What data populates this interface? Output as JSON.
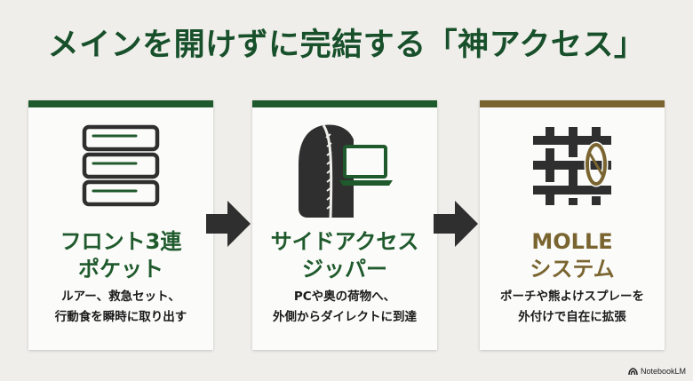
{
  "title": "メインを開けずに完結する「神アクセス」",
  "colors": {
    "green": "#1f5a2c",
    "gold": "#7a6530",
    "dark": "#2f2f2f"
  },
  "cards": [
    {
      "title_lines": [
        "フロント3連",
        "ポケット"
      ],
      "desc_lines": [
        "ルアー、救急セット、",
        "行動食を瞬時に取り出す"
      ],
      "icon": "stacked-pockets-icon",
      "accent": "green"
    },
    {
      "title_lines": [
        "サイドアクセス",
        "ジッパー"
      ],
      "desc_lines": [
        "PCや奥の荷物へ、",
        "外側からダイレクトに到達"
      ],
      "icon": "backpack-laptop-icon",
      "accent": "green"
    },
    {
      "title_lines": [
        "MOLLE",
        "システム"
      ],
      "desc_lines": [
        "ポーチや熊よけスプレーを",
        "外付けで自在に拡張"
      ],
      "icon": "molle-webbing-carabiner-icon",
      "accent": "gold"
    }
  ],
  "footer": {
    "brand": "NotebookLM",
    "icon": "notebooklm-logo-icon"
  }
}
